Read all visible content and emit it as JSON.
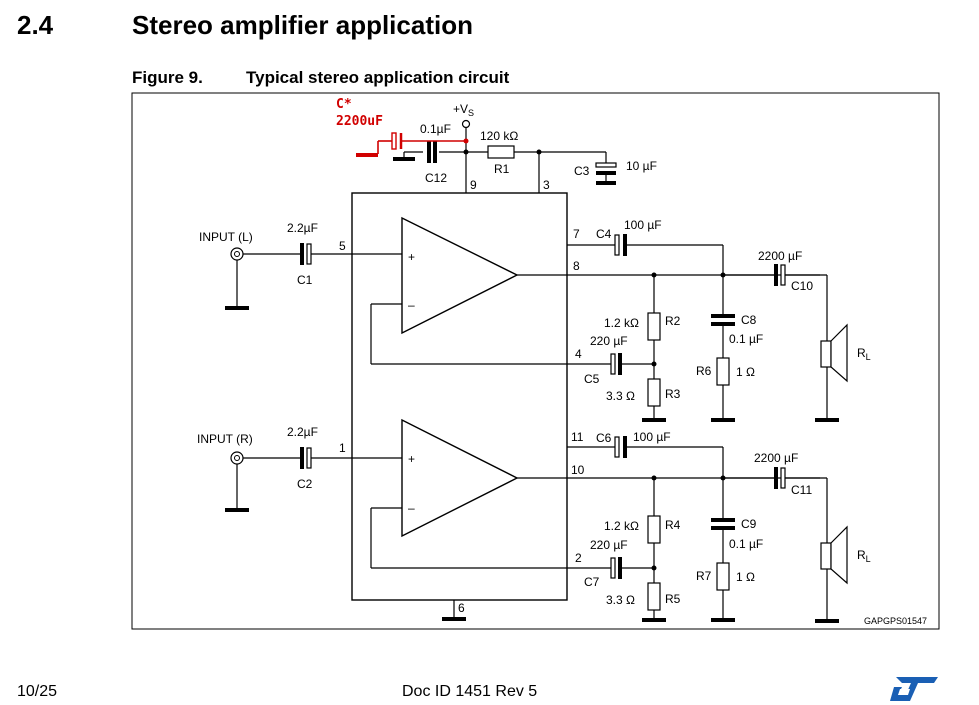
{
  "header": {
    "section_number": "2.4",
    "section_title": "Stereo amplifier application",
    "figure_number": "Figure 9.",
    "figure_title": "Typical stereo application circuit"
  },
  "circuit": {
    "added_cap_name": "C*",
    "added_cap_value": "2200uF",
    "supply": "+V",
    "supply_sub": "S",
    "c12_value": "0.1µF",
    "c12_name": "C12",
    "r1_value": "120 kΩ",
    "r1_name": "R1",
    "c3_name": "C3",
    "c3_value": "10 µF",
    "input_left": "INPUT (L)",
    "input_right": "INPUT (R)",
    "c1_value": "2.2µF",
    "c1_name": "C1",
    "c2_value": "2.2µF",
    "c2_name": "C2",
    "c4_name": "C4",
    "c4_value": "100 µF",
    "c6_name": "C6",
    "c6_value": "100 µF",
    "c10_value": "2200 µF",
    "c10_name": "C10",
    "c11_value": "2200 µF",
    "c11_name": "C11",
    "r2_value": "1.2 kΩ",
    "r2_name": "R2",
    "r4_value": "1.2 kΩ",
    "r4_name": "R4",
    "c5_value": "220 µF",
    "c5_name": "C5",
    "c7_value": "220 µF",
    "c7_name": "C7",
    "r3_value": "3.3 Ω",
    "r3_name": "R3",
    "r5_value": "3.3 Ω",
    "r5_name": "R5",
    "c8_name": "C8",
    "c8_value": "0.1 µF",
    "c9_name": "C9",
    "c9_value": "0.1 µF",
    "r6_name": "R6",
    "r6_value": "1 Ω",
    "r7_name": "R7",
    "r7_value": "1 Ω",
    "load_name": "R",
    "load_sub": "L",
    "plus": "+",
    "minus": "–",
    "pins": {
      "p9": "9",
      "p3": "3",
      "p5": "5",
      "p7": "7",
      "p8": "8",
      "p4": "4",
      "p1": "1",
      "p11": "11",
      "p10": "10",
      "p2": "2",
      "p6": "6"
    },
    "ref_code": "GAPGPS01547"
  },
  "footer": {
    "page": "10/25",
    "doc": "Doc ID 1451 Rev 5"
  },
  "colors": {
    "annotation": "#d10000",
    "logo": "#1a5fb4"
  }
}
